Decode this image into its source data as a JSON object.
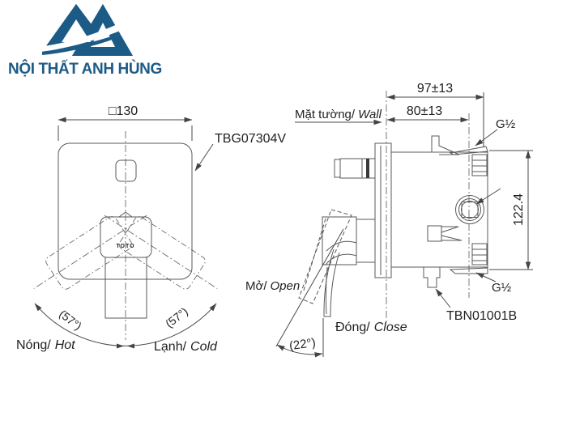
{
  "brand": {
    "name": "NỘI THẤT ANH HÙNG"
  },
  "colors": {
    "brand_blue": "#1d5b87",
    "line_gray": "#5a5a5a",
    "text_dark": "#1f1f1f"
  },
  "front_view": {
    "dim_width": "□130",
    "product_code": "TBG07304V",
    "handle_brand": "TOTO",
    "angle_left": "(57°)",
    "angle_right": "(57°)",
    "hot": {
      "vi": "Nóng/",
      "en": "Hot"
    },
    "cold": {
      "vi": "Lạnh/",
      "en": "Cold"
    }
  },
  "side_view": {
    "dim_total": "97±13",
    "dim_wall": "80±13",
    "wall": {
      "vi": "Mặt tường/",
      "en": "Wall"
    },
    "thread_top": "G½",
    "thread_bottom": "G½",
    "dim_height": "122.4",
    "open": {
      "vi": "Mở/",
      "en": "Open"
    },
    "close": {
      "vi": "Đóng/",
      "en": "Close"
    },
    "angle_open": "(22°)",
    "product_code": "TBN01001B"
  }
}
